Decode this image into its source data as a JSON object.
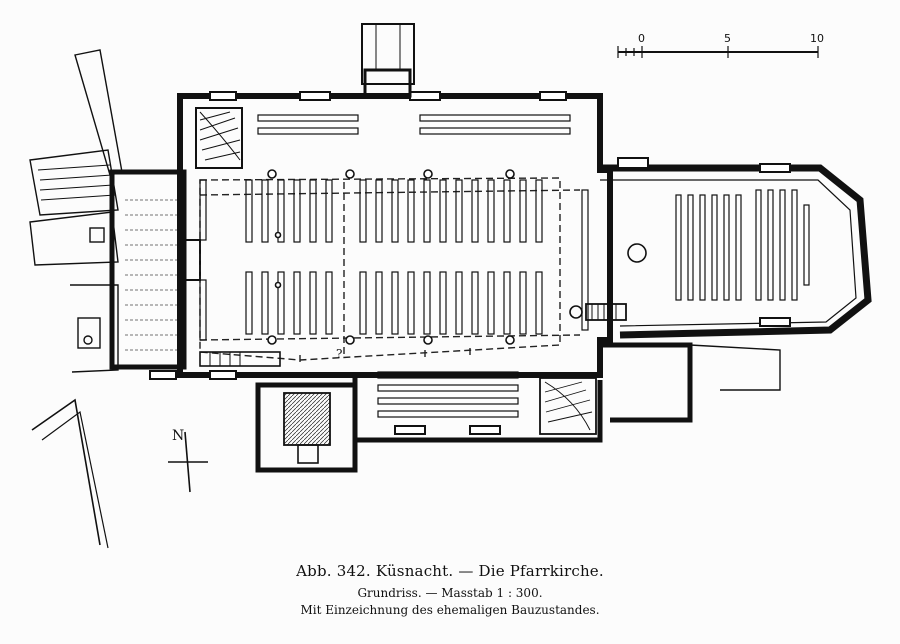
{
  "caption": {
    "title": "Abb. 342. Küsnacht. — Die Pfarrkirche.",
    "line1": "Grundriss. — Masstab 1 : 300.",
    "line2": "Mit Einzeichnung des ehemaligen Bauzustandes."
  },
  "scale_bar": {
    "ticks": [
      "0",
      "5",
      "10"
    ]
  },
  "north_arrow": {
    "label": "N"
  },
  "annotations": {
    "question_mark": "?"
  }
}
